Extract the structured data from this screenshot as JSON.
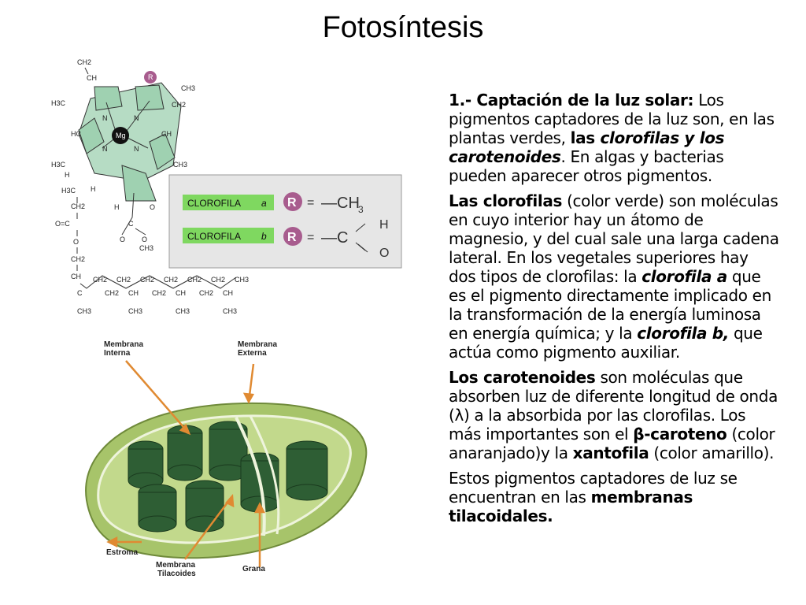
{
  "slide": {
    "title": "Fotosíntesis"
  },
  "paragraph1": {
    "heading": "1.- Captación de la luz solar:",
    "t1": " Los pigmentos captadores de la luz son, en las plantas verdes, ",
    "b1": "las ",
    "bi1": "clorofilas y los carotenoides",
    "t2": ". En algas y bacterias pueden aparecer otros pigmentos."
  },
  "paragraph2": {
    "b1": "Las clorofilas",
    "t1": " (color verde) son moléculas en cuyo interior hay un átomo de magnesio, y del cual sale una larga cadena lateral. En los vegetales superiores hay dos tipos de clorofilas: la ",
    "bi1": "clorofila a",
    "t2": " que es el pigmento directamente implicado en la transformación de la energía luminosa en energía química; y la ",
    "bi2": "clorofila b,",
    "t3": " que actúa como pigmento auxiliar."
  },
  "paragraph3": {
    "b1": "Los carotenoides",
    "t1": "  son moléculas que absorben luz de diferente longitud de onda (λ) a la absorbida por las clorofilas. Los más importantes son el ",
    "b2": "β-caroteno",
    "t2": " (color anaranjado)y la ",
    "b3": "xantofila",
    "t3": " (color amarillo)."
  },
  "paragraph4": {
    "t1": "Estos pigmentos captadores de luz se encuentran en las ",
    "b1": "membranas tilacoidales."
  },
  "molecule": {
    "mg": "Mg",
    "r": "R",
    "atoms": {
      "ch2": "CH2",
      "ch": "CH",
      "ch3": "CH3",
      "h3c": "H3C",
      "hc": "HC",
      "n": "N",
      "h": "H",
      "c": "C",
      "o": "O",
      "co": "O=C"
    },
    "table": {
      "row_a_label": "CLOROFILA",
      "row_a_letter": "a",
      "row_a_group": "—CH",
      "row_a_sub": "3",
      "row_b_label": "CLOROFILA",
      "row_b_letter": "b",
      "row_b_group": "—C",
      "row_b_h": "H",
      "row_b_o": "O",
      "equals": "="
    }
  },
  "chloroplast": {
    "label_inner": "Membrana Interna",
    "label_inner_1": "Membrana",
    "label_inner_2": "Interna",
    "label_outer_1": "Membrana",
    "label_outer_2": "Externa",
    "label_stroma": "Estroma",
    "label_thyl_1": "Membrana",
    "label_thyl_2": "Tilacoides",
    "label_grana": "Grana"
  },
  "colors": {
    "porphyrin": "#b6dcc4",
    "grana": "#2e5e34",
    "stroma": "#a7c46a",
    "arrow": "#e08a32",
    "r_circle": "#a85c8e",
    "table_bg": "#e6e6e6",
    "label_bg": "#7fd860"
  }
}
